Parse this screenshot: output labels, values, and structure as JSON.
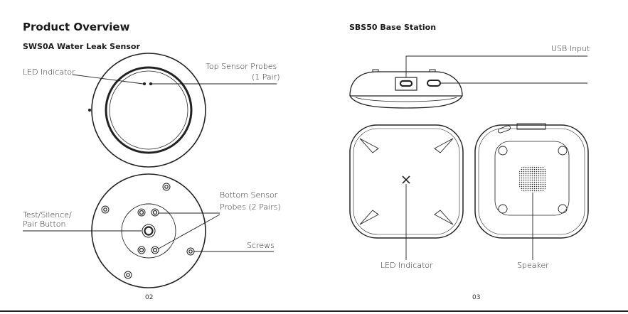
{
  "left_page": {
    "title": "Product Overview",
    "subtitle": "SWS0A Water Leak Sensor",
    "labels": {
      "led_indicator": "LED Indicator",
      "top_probes_line1": "Top Sensor Probes",
      "top_probes_line2": "(1 Pair)",
      "bottom_probes_line1": "Bottom Sensor",
      "bottom_probes_line2": "Probes (2 Pairs)",
      "button_line1": "Test/Silence/",
      "button_line2": "Pair Button",
      "screws": "Screws"
    },
    "page_number": "02"
  },
  "right_page": {
    "subtitle": "SBS50 Base Station",
    "labels": {
      "usb_input": "USB Input",
      "led_indicator": "LED Indicator",
      "speaker": "Speaker"
    },
    "led_mark": "x",
    "page_number": "03"
  }
}
